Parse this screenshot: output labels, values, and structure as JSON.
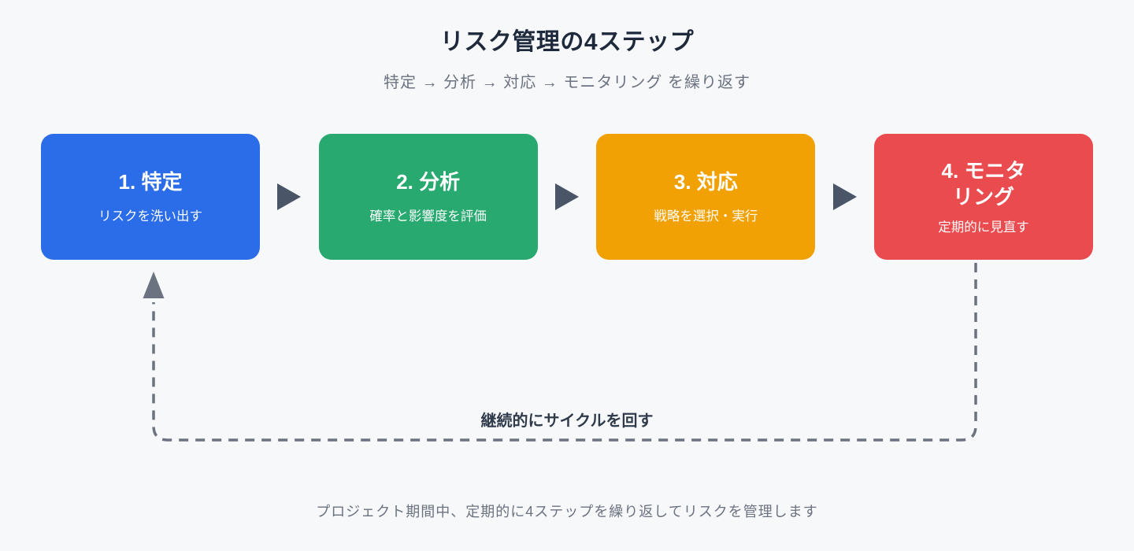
{
  "title": "リスク管理の4ステップ",
  "subtitle": "特定 → 分析 → 対応 → モニタリング を繰り返す",
  "steps": [
    {
      "label": "1. 特定",
      "desc": "リスクを洗い出す",
      "color": "#2b6ce8"
    },
    {
      "label": "2. 分析",
      "desc": "確率と影響度を評価",
      "color": "#27a970"
    },
    {
      "label": "3. 対応",
      "desc": "戦略を選択・実行",
      "color": "#f2a104"
    },
    {
      "label": "4. モニタリング",
      "desc": "定期的に見直す",
      "color": "#e94b4f"
    }
  ],
  "cycle_label": "継続的にサイクルを回す",
  "footer": "プロジェクト期間中、定期的に4ステップを繰り返してリスクを管理します",
  "colors": {
    "background": "#f7f8fa",
    "title": "#1e293b",
    "subtitle": "#6b7280",
    "flow_arrow": "#4a5568",
    "cycle_line": "#6b7280",
    "cycle_label": "#2f3a4a",
    "footer": "#6b7280"
  }
}
